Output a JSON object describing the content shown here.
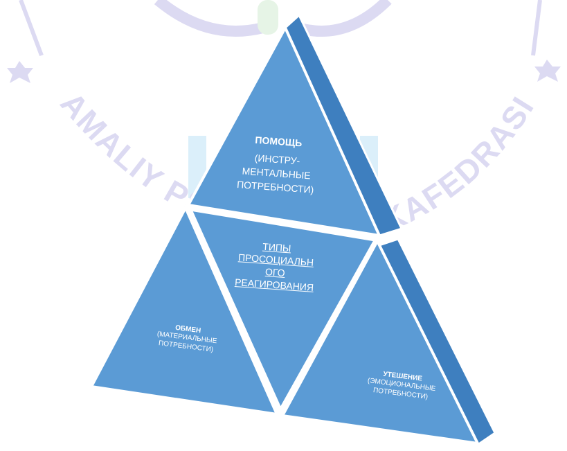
{
  "watermark": {
    "text_left": "AMALIY PS",
    "text_right": "KAFEDRASI"
  },
  "pyramid": {
    "colors": {
      "face": "#5b9bd5",
      "side": "#3e7fbf",
      "edge": "#ffffff"
    },
    "top": {
      "title": "ПОМОЩЬ",
      "line1": "(ИНСТРУ-",
      "line2": "МЕНТАЛЬНЫЕ",
      "line3": "ПОТРЕБНОСТИ)"
    },
    "center": {
      "line1": "ТИПЫ",
      "line2": "ПРОСОЦИАЛЬН",
      "line3": "ОГО",
      "line4": "РЕАГИРОВАНИЯ"
    },
    "left": {
      "title": "ОБМЕН",
      "line1": "(МАТЕРИАЛЬНЫЕ",
      "line2": "ПОТРЕБНОСТИ)"
    },
    "right": {
      "title": "УТЕШЕНИЕ",
      "line1": "(ЭМОЦИОНАЛЬНЫЕ",
      "line2": "ПОТРЕБНОСТИ)"
    }
  }
}
